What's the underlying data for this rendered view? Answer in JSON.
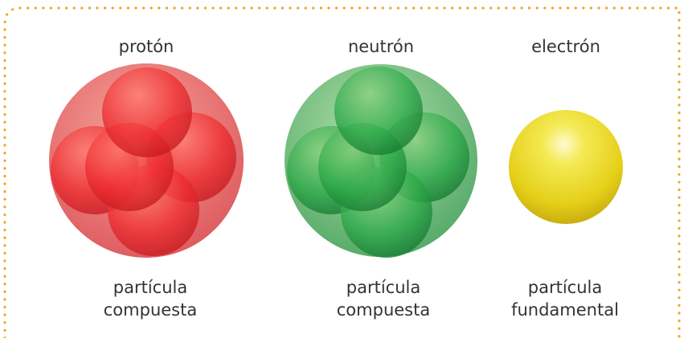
{
  "colors": {
    "border_dots": "#F5A623",
    "proton": "#E8262A",
    "neutron": "#2FA84A",
    "electron": "#E8D21A",
    "text": "#333333"
  },
  "particles": [
    {
      "name": "protón",
      "type_line1": "partícula",
      "type_line2": "compuesta"
    },
    {
      "name": "neutrón",
      "type_line1": "partícula",
      "type_line2": "compuesta"
    },
    {
      "name": "electrón",
      "type_line1": "partícula",
      "type_line2": "fundamental"
    }
  ]
}
